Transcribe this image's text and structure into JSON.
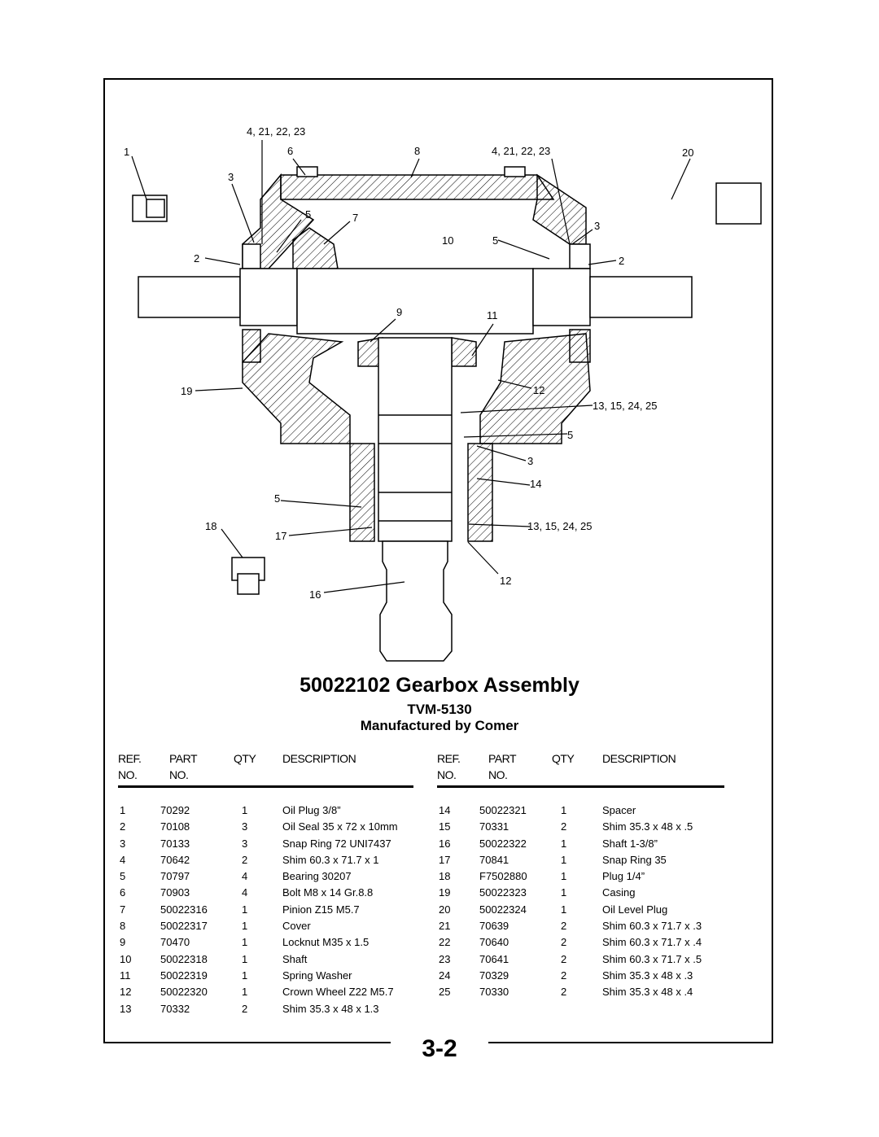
{
  "title": "50022102 Gearbox Assembly",
  "model": "TVM-5130",
  "manufacturer": "Manufactured by Comer",
  "page_number": "3-2",
  "diagram": {
    "callouts": {
      "c_4_21_22_23_top": "4, 21, 22, 23",
      "c_1": "1",
      "c_6": "6",
      "c_8": "8",
      "c_4_21_22_23_right": "4, 21, 22, 23",
      "c_20": "20",
      "c_3_left": "3",
      "c_5_upper": "5",
      "c_7": "7",
      "c_10": "10",
      "c_5_right": "5",
      "c_3_right": "3",
      "c_2_left": "2",
      "c_2_right": "2",
      "c_9": "9",
      "c_11": "11",
      "c_19": "19",
      "c_12_mid": "12",
      "c_13_15_24_25_a": "13, 15, 24, 25",
      "c_5_mid": "5",
      "c_3_mid": "3",
      "c_14": "14",
      "c_5_lower": "5",
      "c_18": "18",
      "c_17": "17",
      "c_13_15_24_25_b": "13, 15, 24, 25",
      "c_12_lower": "12",
      "c_16": "16"
    }
  },
  "table_headers": {
    "ref": "REF.",
    "ref_no": "NO.",
    "part": "PART",
    "part_no": "NO.",
    "qty": "QTY",
    "description": "DESCRIPTION"
  },
  "parts_left": [
    {
      "ref": "1",
      "part": "70292",
      "qty": "1",
      "desc": "Oil Plug 3/8”"
    },
    {
      "ref": "2",
      "part": "70108",
      "qty": "3",
      "desc": "Oil Seal 35 x 72 x 10mm"
    },
    {
      "ref": "3",
      "part": "70133",
      "qty": "3",
      "desc": "Snap Ring 72 UNI7437"
    },
    {
      "ref": "4",
      "part": "70642",
      "qty": "2",
      "desc": "Shim 60.3 x 71.7 x 1"
    },
    {
      "ref": "5",
      "part": "70797",
      "qty": "4",
      "desc": "Bearing 30207"
    },
    {
      "ref": "6",
      "part": "70903",
      "qty": "4",
      "desc": "Bolt M8 x 14 Gr.8.8"
    },
    {
      "ref": "7",
      "part": "50022316",
      "qty": "1",
      "desc": "Pinion Z15 M5.7"
    },
    {
      "ref": "8",
      "part": "50022317",
      "qty": "1",
      "desc": "Cover"
    },
    {
      "ref": "9",
      "part": "70470",
      "qty": "1",
      "desc": "Locknut M35 x 1.5"
    },
    {
      "ref": "10",
      "part": "50022318",
      "qty": "1",
      "desc": "Shaft"
    },
    {
      "ref": "11",
      "part": "50022319",
      "qty": "1",
      "desc": "Spring Washer"
    },
    {
      "ref": "12",
      "part": "50022320",
      "qty": "1",
      "desc": "Crown Wheel Z22 M5.7"
    },
    {
      "ref": "13",
      "part": "70332",
      "qty": "2",
      "desc": "Shim 35.3 x 48 x 1.3"
    }
  ],
  "parts_right": [
    {
      "ref": "14",
      "part": "50022321",
      "qty": "1",
      "desc": "Spacer"
    },
    {
      "ref": "15",
      "part": "70331",
      "qty": "2",
      "desc": "Shim 35.3 x 48 x .5"
    },
    {
      "ref": "16",
      "part": "50022322",
      "qty": "1",
      "desc": "Shaft 1-3/8”"
    },
    {
      "ref": "17",
      "part": "70841",
      "qty": "1",
      "desc": "Snap Ring 35"
    },
    {
      "ref": "18",
      "part": "F7502880",
      "qty": "1",
      "desc": "Plug 1/4”"
    },
    {
      "ref": "19",
      "part": "50022323",
      "qty": "1",
      "desc": "Casing"
    },
    {
      "ref": "20",
      "part": "50022324",
      "qty": "1",
      "desc": "Oil Level Plug"
    },
    {
      "ref": "21",
      "part": "70639",
      "qty": "2",
      "desc": "Shim 60.3 x 71.7 x .3"
    },
    {
      "ref": "22",
      "part": "70640",
      "qty": "2",
      "desc": "Shim 60.3 x 71.7 x .4"
    },
    {
      "ref": "23",
      "part": "70641",
      "qty": "2",
      "desc": "Shim 60.3 x 71.7 x .5"
    },
    {
      "ref": "24",
      "part": "70329",
      "qty": "2",
      "desc": "Shim 35.3 x 48 x .3"
    },
    {
      "ref": "25",
      "part": "70330",
      "qty": "2",
      "desc": "Shim 35.3 x 48 x .4"
    }
  ]
}
